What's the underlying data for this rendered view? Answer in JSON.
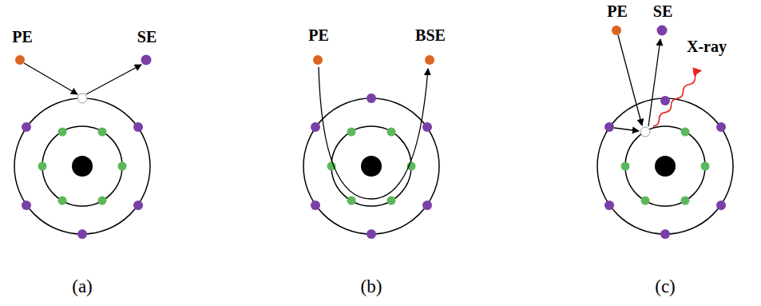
{
  "diagram": {
    "labels": [
      "PE",
      "SE",
      "PE",
      "BSE",
      "PE",
      "SE",
      "X-ray",
      "(a)",
      "(b)",
      "(c)"
    ]
  }
}
